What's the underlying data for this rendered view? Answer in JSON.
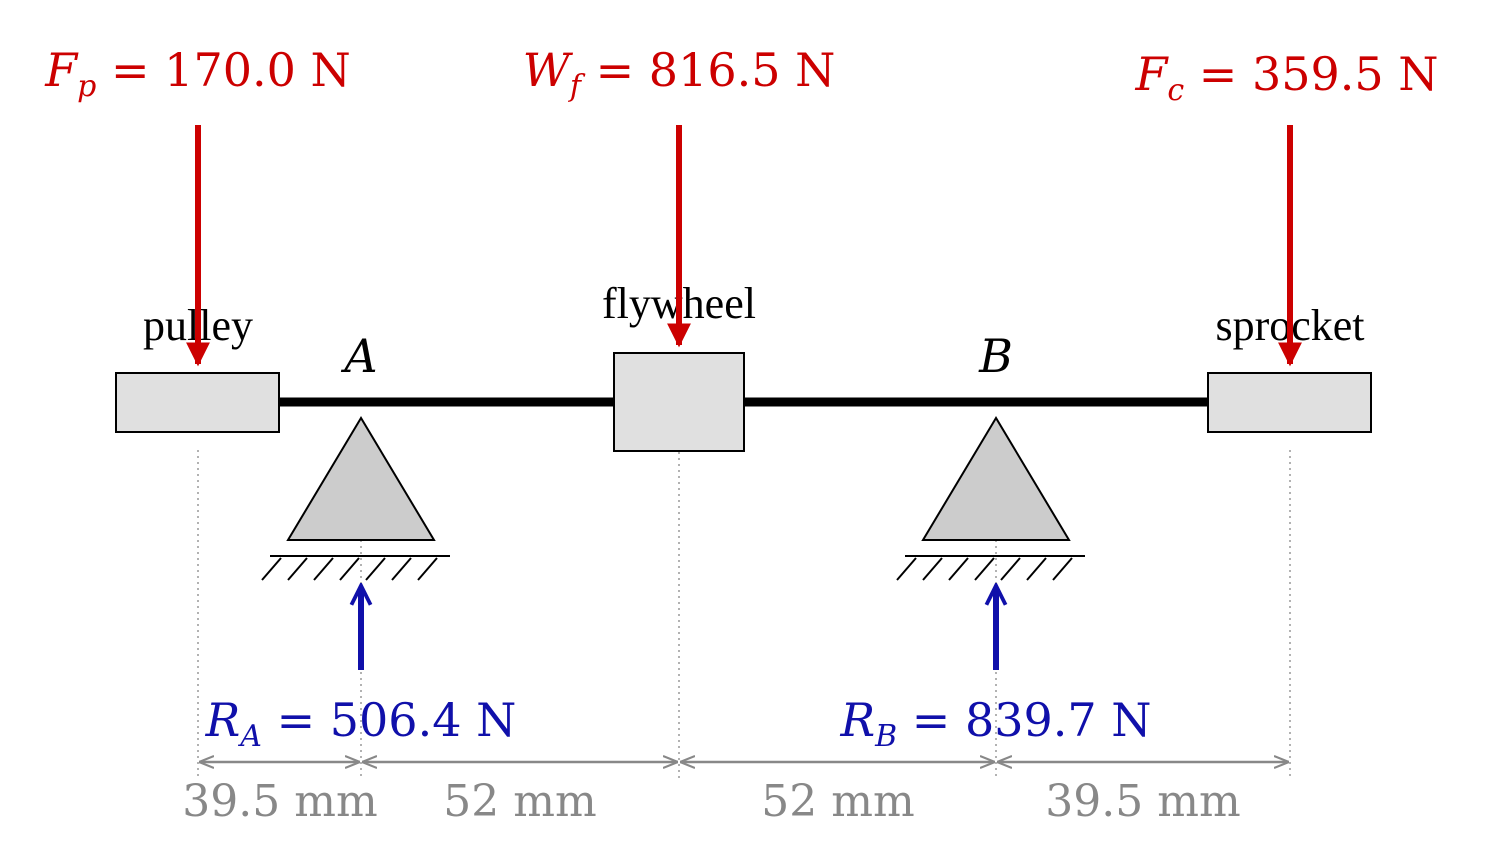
{
  "loads": {
    "pulley": {
      "symbol": "F",
      "sub": "p",
      "value": "170.0",
      "unit": "N"
    },
    "flywheel": {
      "symbol": "W",
      "sub": "f",
      "value": "816.5",
      "unit": "N"
    },
    "sprocket": {
      "symbol": "F",
      "sub": "c",
      "value": "359.5",
      "unit": "N"
    }
  },
  "reactions": {
    "A": {
      "symbol": "R",
      "sub": "A",
      "value": "506.4",
      "unit": "N"
    },
    "B": {
      "symbol": "R",
      "sub": "B",
      "value": "839.7",
      "unit": "N"
    }
  },
  "labels": {
    "pulley": "pulley",
    "flywheel": "flywheel",
    "sprocket": "sprocket",
    "support_a": "A",
    "support_b": "B"
  },
  "dimensions": [
    {
      "value": "39.5",
      "unit": "mm"
    },
    {
      "value": "52",
      "unit": "mm"
    },
    {
      "value": "52",
      "unit": "mm"
    },
    {
      "value": "39.5",
      "unit": "mm"
    }
  ],
  "colors": {
    "load": "#cc0000",
    "reaction": "#1010aa",
    "dimension": "#888888",
    "shaft": "#000000",
    "component_fill": "#e0e0e0",
    "support_fill": "#cccccc"
  }
}
